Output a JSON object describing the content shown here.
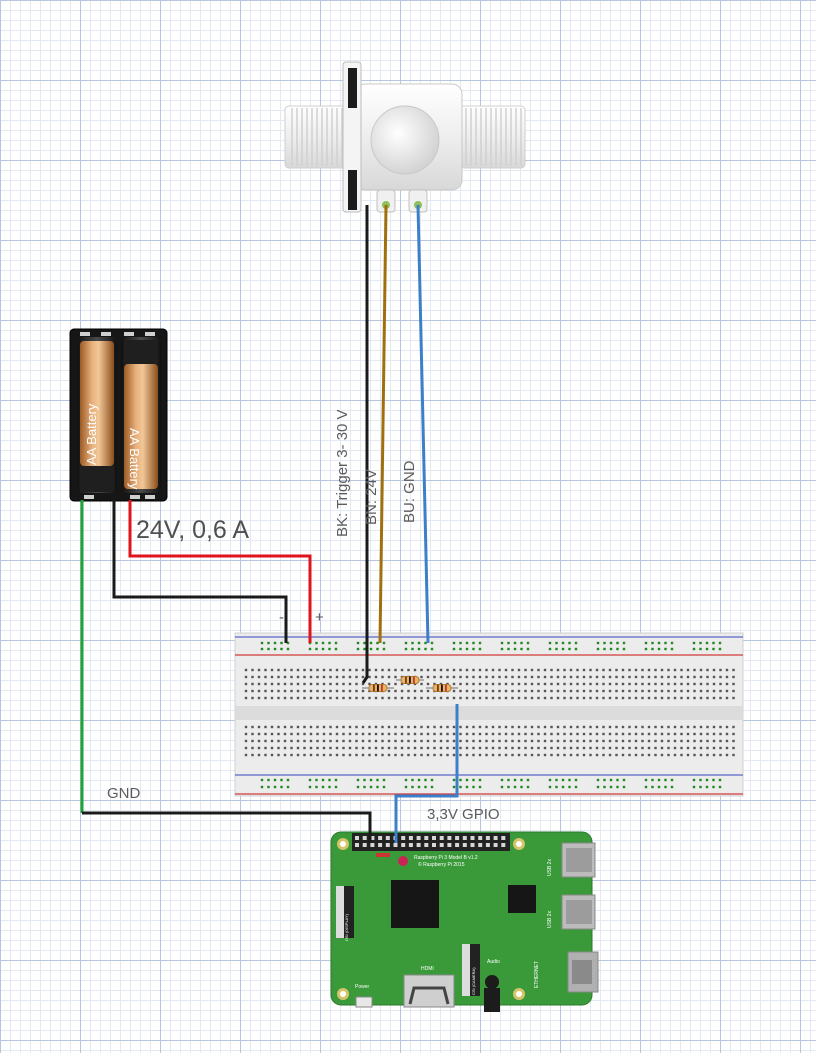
{
  "labels": {
    "power_spec": "24V, 0,6 A",
    "wire_bk": "BK: Trigger 3- 30 V",
    "wire_bn": "BN: 24V",
    "wire_bu": "BU: GND",
    "gnd": "GND",
    "gpio": "3,3V GPIO",
    "minus": "-",
    "plus": "+"
  },
  "battery": {
    "cell_left": "AA Battery",
    "cell_right": "AA Battery"
  },
  "pi": {
    "model_line1": "Raspberry Pi 3 Model B v1.2",
    "model_line2": "© Raspberry Pi 2015",
    "usb1": "USB 2x",
    "usb2": "USB 2x",
    "ethernet": "ETHERNET",
    "hdmi": "HDMI",
    "audio": "Audio",
    "power": "Power",
    "dsi": "DSI (DISPLAY)",
    "csi": "CSI (CAMERA)"
  },
  "colors": {
    "wire_black": "#1a1a1a",
    "wire_red": "#e0151c",
    "wire_green": "#1fa339",
    "wire_brown": "#a0700f",
    "wire_blue": "#3d7fc9",
    "pcb_green": "#3a9a3a"
  }
}
